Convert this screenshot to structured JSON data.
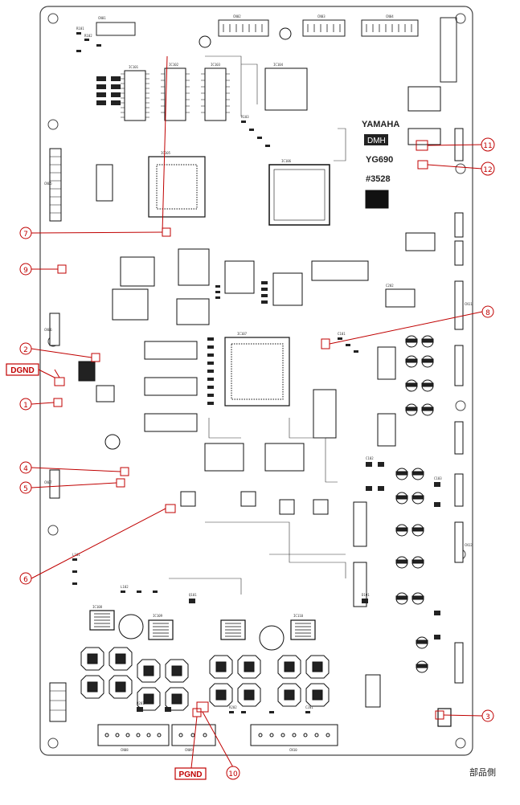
{
  "board": {
    "brand": "YAMAHA",
    "pcb_name": "DMH",
    "model_code": "YG690",
    "revision": "#3528",
    "side_label": "部品側"
  },
  "signals": {
    "dgnd": "DGND",
    "pgnd": "PGND"
  },
  "callouts": [
    {
      "id": "1",
      "symbol": "①"
    },
    {
      "id": "2",
      "symbol": "②"
    },
    {
      "id": "3",
      "symbol": "③"
    },
    {
      "id": "4",
      "symbol": "④"
    },
    {
      "id": "5",
      "symbol": "⑤"
    },
    {
      "id": "6",
      "symbol": "⑥"
    },
    {
      "id": "7",
      "symbol": "⑦"
    },
    {
      "id": "8",
      "symbol": "⑧"
    },
    {
      "id": "9",
      "symbol": "⑨"
    },
    {
      "id": "10",
      "symbol": "⑩"
    },
    {
      "id": "11",
      "symbol": "⑪"
    },
    {
      "id": "12",
      "symbol": "⑫"
    }
  ],
  "silkscreen": {
    "connector_labels": [
      "CN01",
      "CN02",
      "CN03",
      "CN04",
      "CN05",
      "CN06",
      "CN07",
      "CN08",
      "CN09",
      "CN10",
      "CN11",
      "CN12"
    ],
    "ic_labels": [
      "IC101",
      "IC102",
      "IC103",
      "IC104",
      "IC105",
      "IC106",
      "IC107",
      "IC108",
      "IC109",
      "IC110"
    ],
    "part_labels": [
      "R101",
      "R102",
      "R103",
      "C101",
      "C102",
      "C103",
      "L101",
      "L102",
      "Q101",
      "D101",
      "R201",
      "R202",
      "C201",
      "C202"
    ]
  },
  "colors": {
    "callout": "#c00000",
    "silk": "#333333",
    "ink": "#000000"
  }
}
